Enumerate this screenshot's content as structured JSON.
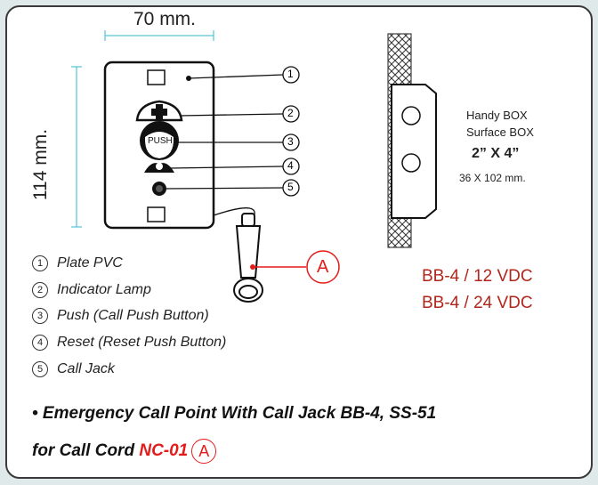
{
  "dimensions": {
    "width": "70 mm.",
    "height": "114 mm."
  },
  "callouts": [
    "1",
    "2",
    "3",
    "4",
    "5"
  ],
  "push_label": "PUSH",
  "box": {
    "line1": "Handy BOX",
    "line2": "Surface BOX",
    "size": "2” X 4”",
    "mm": "36 X 102 mm."
  },
  "callout_a": "A",
  "models": [
    "BB-4 / 12 VDC",
    "BB-4 / 24 VDC"
  ],
  "legend": [
    {
      "num": "1",
      "text": "Plate PVC"
    },
    {
      "num": "2",
      "text": "Indicator Lamp"
    },
    {
      "num": "3",
      "text": "Push (Call Push Button)"
    },
    {
      "num": "4",
      "text": "Reset (Reset Push Button)"
    },
    {
      "num": "5",
      "text": "Call Jack"
    }
  ],
  "caption": {
    "line1": "• Emergency Call Point With Call Jack BB-4, SS-51",
    "line2_prefix": "for Call Cord ",
    "line2_code": "NC-01",
    "line2_circle": "A"
  },
  "colors": {
    "accent_red": "#e41b1b",
    "model_red": "#b0261c",
    "dimension_cyan": "#33b9cf"
  }
}
